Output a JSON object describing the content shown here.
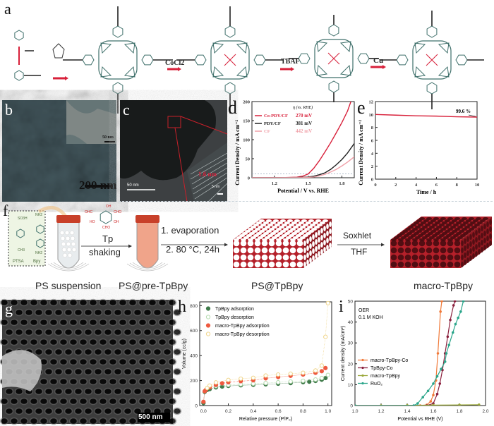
{
  "panels": {
    "a": {
      "label": "a",
      "reagents": [
        "CoCl2",
        "TBAF",
        "Cu"
      ]
    },
    "b": {
      "label": "b",
      "scale_main": "200 nm",
      "scale_inset": "50 nm"
    },
    "c": {
      "label": "c",
      "scale_main": "50 nm",
      "scale_inset": "5 nm",
      "spacing": "1.6 nm"
    },
    "f": {
      "label": "f",
      "box_labels": [
        "PTSA",
        "Bpy"
      ],
      "box_groups": [
        "SO3H",
        "CH3",
        "NH2",
        "NH2"
      ],
      "tp_groups": [
        "OH",
        "OHC",
        "CHO",
        "HO",
        "OH",
        "CHO"
      ],
      "step1_top": "Tp",
      "step1_bottom": "shaking",
      "step2_top": "1. evaporation",
      "step2_bottom": "2. 80 °C, 24h",
      "step3_top": "Soxhlet",
      "step3_bottom": "THF",
      "stages": [
        "PS suspension",
        "PS@pre-TpBpy",
        "PS@TpBpy",
        "macro-TpBpy"
      ]
    },
    "g": {
      "label": "g",
      "scale": "500 nm"
    },
    "d": {
      "label": "d"
    },
    "e": {
      "label": "e"
    },
    "h": {
      "label": "h"
    },
    "i": {
      "label": "i"
    }
  },
  "chart_data": [
    {
      "id": "d",
      "type": "line",
      "xlabel": "Potential / V vs. RHE",
      "ylabel": "Current Density / mA cm⁻²",
      "xlim": [
        1.0,
        1.91
      ],
      "ylim": [
        0,
        200
      ],
      "xticks": [
        1.2,
        1.5,
        1.8
      ],
      "yticks": [
        0,
        50,
        100,
        150,
        200
      ],
      "legend_header": "η (vs. RHE)",
      "legend_position": "top-left",
      "reference_line_y": 10,
      "series": [
        {
          "name": "Co-PDY/CF",
          "overpotential": "270 mV",
          "color": "#d8203a",
          "x": [
            1.0,
            1.3,
            1.4,
            1.45,
            1.5,
            1.55,
            1.6,
            1.65,
            1.7,
            1.75,
            1.8,
            1.85,
            1.88
          ],
          "y": [
            0,
            0.5,
            1.5,
            4,
            10,
            25,
            45,
            68,
            92,
            118,
            145,
            175,
            200
          ]
        },
        {
          "name": "PDY/CF",
          "overpotential": "381 mV",
          "color": "#222222",
          "x": [
            1.0,
            1.4,
            1.5,
            1.55,
            1.6,
            1.65,
            1.7,
            1.75,
            1.8,
            1.85,
            1.91
          ],
          "y": [
            0,
            0.5,
            2,
            4,
            8,
            13,
            22,
            34,
            48,
            65,
            90
          ]
        },
        {
          "name": "CF",
          "overpotential": "442 mV",
          "color": "#f0a0a8",
          "x": [
            1.0,
            1.45,
            1.55,
            1.6,
            1.65,
            1.7,
            1.75,
            1.8,
            1.85,
            1.91
          ],
          "y": [
            0,
            0.5,
            2,
            5,
            9,
            15,
            22,
            31,
            41,
            55
          ]
        }
      ]
    },
    {
      "id": "e",
      "type": "line",
      "xlabel": "Time / h",
      "ylabel": "Current Density / mA cm⁻²",
      "xlim": [
        0,
        10
      ],
      "ylim": [
        0,
        12
      ],
      "xticks": [
        0,
        2,
        4,
        6,
        8,
        10
      ],
      "yticks": [
        0,
        2,
        4,
        6,
        8,
        10,
        12
      ],
      "annotation": "99.6 %",
      "series": [
        {
          "color": "#d8203a",
          "x": [
            0,
            2,
            4,
            6,
            8,
            10
          ],
          "y": [
            10,
            9.9,
            9.8,
            9.75,
            9.65,
            9.6
          ]
        }
      ]
    },
    {
      "id": "h",
      "type": "scatter",
      "xlabel": "Relative pressure (P/P₀)",
      "ylabel": "Volume (cc/g)",
      "xlim": [
        -0.03,
        1.03
      ],
      "ylim": [
        0,
        830
      ],
      "xticks": [
        0.0,
        0.2,
        0.4,
        0.6,
        0.8,
        1.0
      ],
      "yticks": [
        0,
        200,
        400,
        600,
        800
      ],
      "legend_position": "top-left",
      "series": [
        {
          "name": "TpBpy adsorption",
          "color": "#3f7a4a",
          "filled": true,
          "x": [
            0.0,
            0.01,
            0.03,
            0.05,
            0.1,
            0.15,
            0.2,
            0.3,
            0.4,
            0.5,
            0.6,
            0.7,
            0.8,
            0.85,
            0.9,
            0.95,
            0.98
          ],
          "y": [
            20,
            110,
            125,
            132,
            145,
            152,
            157,
            162,
            166,
            170,
            175,
            180,
            187,
            191,
            197,
            207,
            220
          ]
        },
        {
          "name": "TpBpy desorption",
          "color": "#b5dcb0",
          "filled": false,
          "x": [
            0.1,
            0.2,
            0.3,
            0.4,
            0.5,
            0.6,
            0.7,
            0.8,
            0.9,
            0.95,
            1.0
          ],
          "y": [
            155,
            165,
            170,
            175,
            180,
            186,
            192,
            198,
            208,
            220,
            245
          ]
        },
        {
          "name": "macro-TpBpy adsorption",
          "color": "#ee5a40",
          "filled": true,
          "x": [
            0.0,
            0.01,
            0.02,
            0.05,
            0.1,
            0.15,
            0.2,
            0.3,
            0.4,
            0.5,
            0.6,
            0.7,
            0.8,
            0.9,
            0.95,
            0.98
          ],
          "y": [
            30,
            115,
            125,
            145,
            165,
            178,
            186,
            195,
            202,
            218,
            228,
            238,
            248,
            262,
            275,
            300
          ]
        },
        {
          "name": "macro-TpBpy desorption",
          "color": "#f0d58a",
          "filled": false,
          "x": [
            0.03,
            0.05,
            0.1,
            0.2,
            0.3,
            0.4,
            0.5,
            0.6,
            0.7,
            0.8,
            0.9,
            0.95,
            0.98,
            1.0
          ],
          "y": [
            140,
            160,
            185,
            205,
            215,
            222,
            240,
            248,
            255,
            262,
            280,
            320,
            550,
            820
          ]
        }
      ]
    },
    {
      "id": "i",
      "type": "line",
      "xlabel": "Potential vs RHE (V)",
      "ylabel": "Current density (mA/cm²)",
      "xlim": [
        1.0,
        2.0
      ],
      "ylim": [
        0,
        50
      ],
      "xticks": [
        1.0,
        1.2,
        1.4,
        1.6,
        1.8,
        2.0
      ],
      "yticks": [
        0,
        10,
        20,
        30,
        40,
        50
      ],
      "annotation_lines": [
        "OER",
        "0.1 M KOH"
      ],
      "legend_position": "center-left",
      "series": [
        {
          "name": "macro-TpBpy-Co",
          "color": "#f07a3a",
          "marker": "square",
          "x": [
            1.0,
            1.5,
            1.55,
            1.58,
            1.6,
            1.62,
            1.635,
            1.655,
            1.665
          ],
          "y": [
            0,
            0,
            0.3,
            2,
            5,
            12,
            25,
            45,
            50
          ]
        },
        {
          "name": "TpBpy-Co",
          "color": "#8a1f3c",
          "marker": "circle",
          "x": [
            1.0,
            1.55,
            1.6,
            1.63,
            1.65,
            1.67,
            1.69,
            1.71,
            1.73,
            1.755,
            1.765
          ],
          "y": [
            0,
            0,
            1,
            5.5,
            10.5,
            17,
            25,
            33,
            41,
            48,
            50
          ]
        },
        {
          "name": "macro-TpBpy",
          "color": "#9aa83a",
          "marker": "triangle-down",
          "x": [
            1.0,
            1.2,
            1.4,
            1.6,
            1.8,
            1.95
          ],
          "y": [
            0,
            0,
            0.1,
            0.2,
            0.3,
            0.4
          ]
        },
        {
          "name": "RuO₂",
          "color": "#2aa58a",
          "marker": "triangle-up",
          "x": [
            1.0,
            1.45,
            1.48,
            1.52,
            1.56,
            1.6,
            1.63,
            1.66,
            1.69,
            1.7,
            1.72,
            1.75,
            1.77,
            1.79,
            1.81,
            1.83
          ],
          "y": [
            0,
            0,
            1,
            4,
            7,
            10.5,
            14,
            17.5,
            21,
            25,
            29,
            35,
            39,
            42,
            45,
            50
          ]
        }
      ]
    }
  ],
  "colors": {
    "red": "#d8203a",
    "teal": "#3e6f6a"
  }
}
